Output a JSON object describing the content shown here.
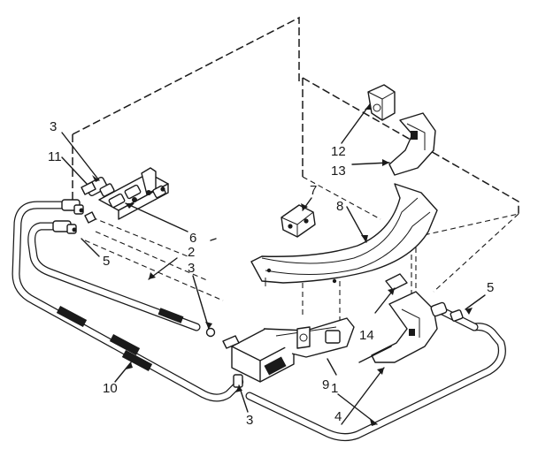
{
  "diagram": {
    "callouts": [
      {
        "id": "c1",
        "label": "1"
      },
      {
        "id": "c2",
        "label": "2"
      },
      {
        "id": "c3a",
        "label": "3"
      },
      {
        "id": "c3b",
        "label": "3"
      },
      {
        "id": "c3c",
        "label": "3"
      },
      {
        "id": "c4",
        "label": "4"
      },
      {
        "id": "c5a",
        "label": "5"
      },
      {
        "id": "c5b",
        "label": "5"
      },
      {
        "id": "c6",
        "label": "6"
      },
      {
        "id": "c7",
        "label": "7"
      },
      {
        "id": "c8",
        "label": "8"
      },
      {
        "id": "c9",
        "label": "9"
      },
      {
        "id": "c10",
        "label": "10"
      },
      {
        "id": "c11",
        "label": "11"
      },
      {
        "id": "c12",
        "label": "12"
      },
      {
        "id": "c13",
        "label": "13"
      },
      {
        "id": "c14",
        "label": "14"
      }
    ]
  }
}
